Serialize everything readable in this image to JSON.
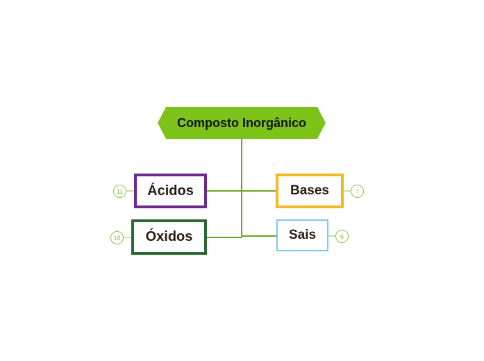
{
  "diagram": {
    "root": {
      "label": "Composto Inorgânico"
    },
    "nodes": [
      {
        "label": "Ácidos",
        "badge": "11",
        "border_color": "#6a2a8f"
      },
      {
        "label": "Óxidos",
        "badge": "18",
        "border_color": "#2a6a30"
      },
      {
        "label": "Bases",
        "badge": "7",
        "border_color": "#f5b820"
      },
      {
        "label": "Sais",
        "badge": "6",
        "border_color": "#7cc8ec"
      }
    ],
    "colors": {
      "root_fill": "#7dc31a",
      "connector": "#6aa521",
      "badge": "#86c440"
    }
  }
}
